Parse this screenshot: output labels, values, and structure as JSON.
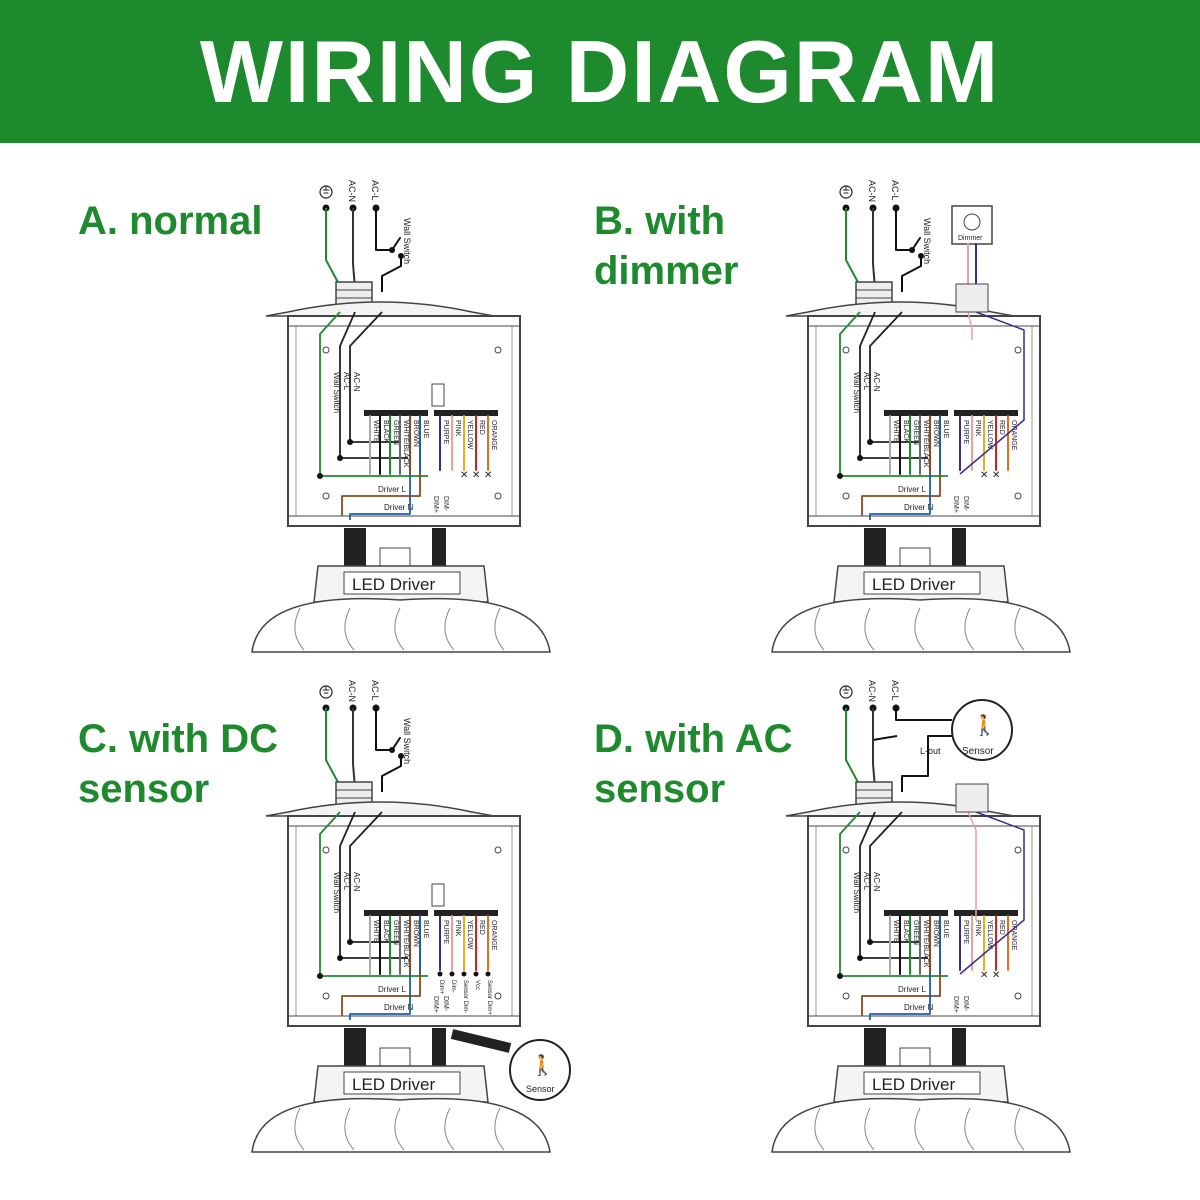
{
  "header": {
    "title": "WIRING DIAGRAM"
  },
  "colors": {
    "brand_green": "#1e8a2e",
    "wire_green": "#1e8a2e",
    "wire_blue": "#1f5fa8",
    "wire_brown": "#8a4a1e",
    "wire_purple": "#3b2c8a",
    "wire_pink": "#e8a0a0",
    "wire_yellow": "#e0b020",
    "wire_red": "#d02020",
    "wire_orange": "#e07020",
    "outline": "#444444"
  },
  "terminals": {
    "earth": "⏚",
    "ac_n": "AC-N",
    "ac_l": "AC-L",
    "wall_switch": "Wall Switch"
  },
  "box_labels": {
    "ac_n": "AC-N",
    "ac_l": "AC-L",
    "wall_switch": "Wall Switch",
    "driver_l": "Driver L",
    "driver_n": "Driver N",
    "led_driver": "LED Driver"
  },
  "wires_left": [
    "WHITE",
    "BLACK",
    "GREEN",
    "WHITE/BLACK",
    "BROWN",
    "BLUE"
  ],
  "wires_right": [
    "PURPE",
    "PINK",
    "YELLOW",
    "RED",
    "ORANGE"
  ],
  "dim_labels": {
    "dim_plus": "DIM+",
    "dim_minus": "DIM-"
  },
  "sections": [
    {
      "id": "A",
      "title_lines": [
        "A. normal"
      ]
    },
    {
      "id": "B",
      "title_lines": [
        "B. with",
        "dimmer"
      ],
      "device": "Dimmer"
    },
    {
      "id": "C",
      "title_lines": [
        "C. with DC",
        "sensor"
      ],
      "device": "Sensor",
      "sensor_terminals": [
        "Dim+",
        "Dim-",
        "Sensor Dim-",
        "Vcc",
        "Sensor Dim+"
      ]
    },
    {
      "id": "D",
      "title_lines": [
        "D. with AC",
        "sensor"
      ],
      "device": "Sensor",
      "l_out": "L-out"
    }
  ]
}
